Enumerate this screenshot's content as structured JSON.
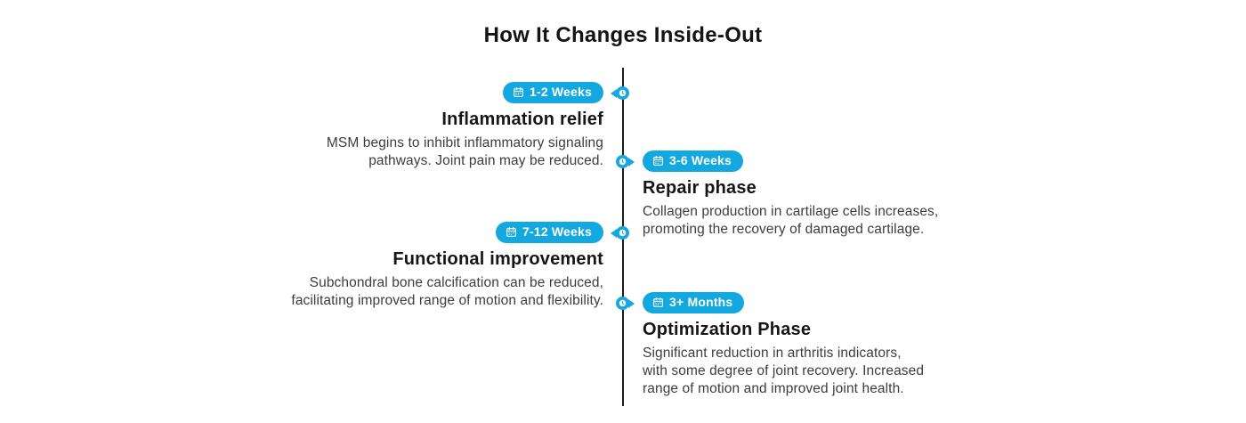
{
  "page": {
    "title": "How It Changes Inside-Out"
  },
  "colors": {
    "accent_blue": "#14a8e1",
    "heading_text": "#161616",
    "body_text": "#3d3d3d",
    "timeline_line": "#1c1c1c",
    "badge_text": "#ffffff"
  },
  "timeline": {
    "orientation": "vertical-alternating",
    "items": [
      {
        "side": "left",
        "badge": "1-2 Weeks",
        "badge_icon": "calendar-icon",
        "marker_icon": "clock-icon",
        "heading": "Inflammation relief",
        "body_lines": [
          "MSM begins to inhibit inflammatory signaling",
          "pathways. Joint pain may be reduced."
        ]
      },
      {
        "side": "right",
        "badge": "3-6 Weeks",
        "badge_icon": "calendar-icon",
        "marker_icon": "clock-icon",
        "heading": "Repair phase",
        "body_lines": [
          "Collagen production in cartilage cells increases,",
          "promoting the recovery of damaged cartilage."
        ]
      },
      {
        "side": "left",
        "badge": "7-12 Weeks",
        "badge_icon": "calendar-icon",
        "marker_icon": "clock-icon",
        "heading": "Functional improvement",
        "body_lines": [
          "Subchondral bone calcification can be reduced,",
          "facilitating improved range of motion and flexibility."
        ]
      },
      {
        "side": "right",
        "badge": "3+ Months",
        "badge_icon": "calendar-icon",
        "marker_icon": "clock-icon",
        "heading": "Optimization Phase",
        "body_lines": [
          "Significant reduction in arthritis indicators,",
          "with some degree of joint recovery. Increased",
          "range of motion and improved joint health."
        ]
      }
    ]
  }
}
